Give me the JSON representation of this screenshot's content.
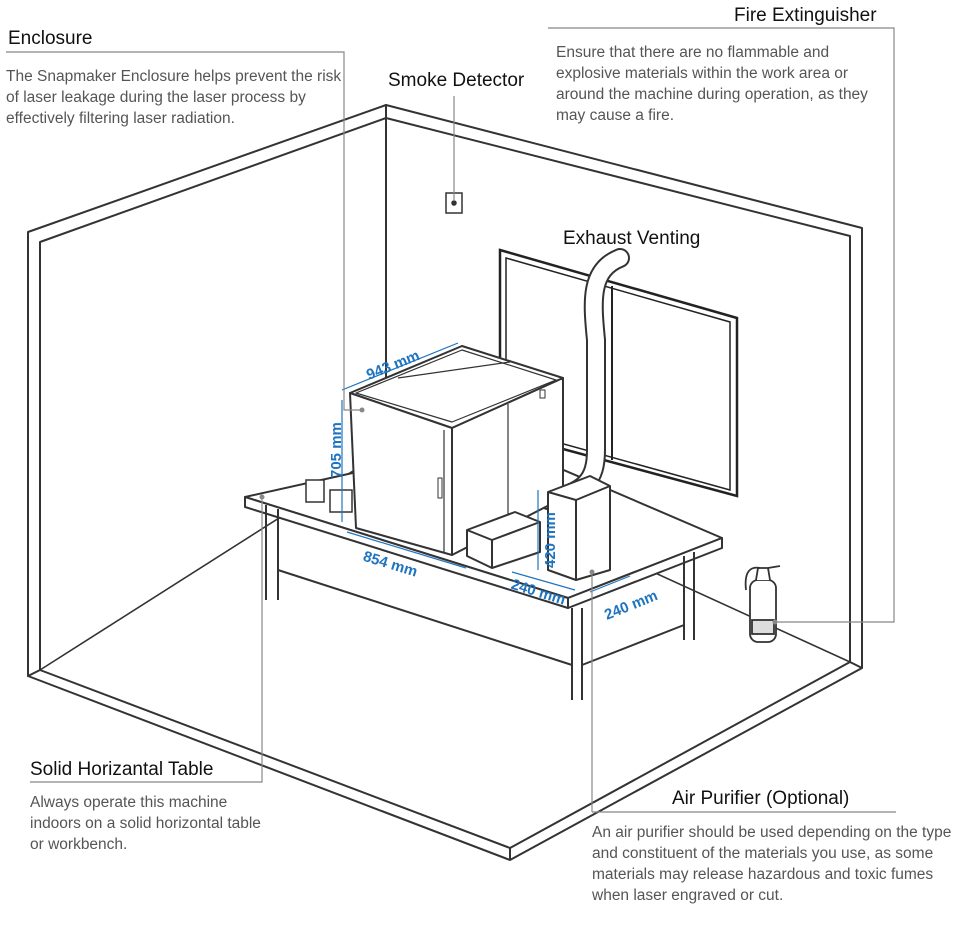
{
  "callouts": {
    "enclosure": {
      "title": "Enclosure",
      "description": "The Snapmaker Enclosure helps prevent the risk of laser leakage during the laser process by effectively filtering laser radiation."
    },
    "smoke_detector": {
      "title": "Smoke Detector"
    },
    "fire_extinguisher": {
      "title": "Fire Extinguisher",
      "description": "Ensure that there are no flammable and explosive materials within the work area or around the machine during operation, as they may cause a fire."
    },
    "exhaust_venting": {
      "title": "Exhaust Venting"
    },
    "table": {
      "title": "Solid Horizantal Table",
      "description": "Always operate this machine indoors on a solid horizontal table or workbench."
    },
    "air_purifier": {
      "title": "Air Purifier (Optional)",
      "description": "An air purifier should be used depending on the type and constituent of the materials you use, as some materials may release hazardous and toxic fumes when laser engraved or cut."
    }
  },
  "dimensions": {
    "enclosure_depth": "943 mm",
    "enclosure_height": "705 mm",
    "enclosure_width": "854 mm",
    "purifier_height": "420 mm",
    "purifier_width": "240 mm",
    "purifier_depth": "240 mm"
  },
  "colors": {
    "dimension": "#1f74c0",
    "line": "#333333",
    "leader": "#888888"
  }
}
